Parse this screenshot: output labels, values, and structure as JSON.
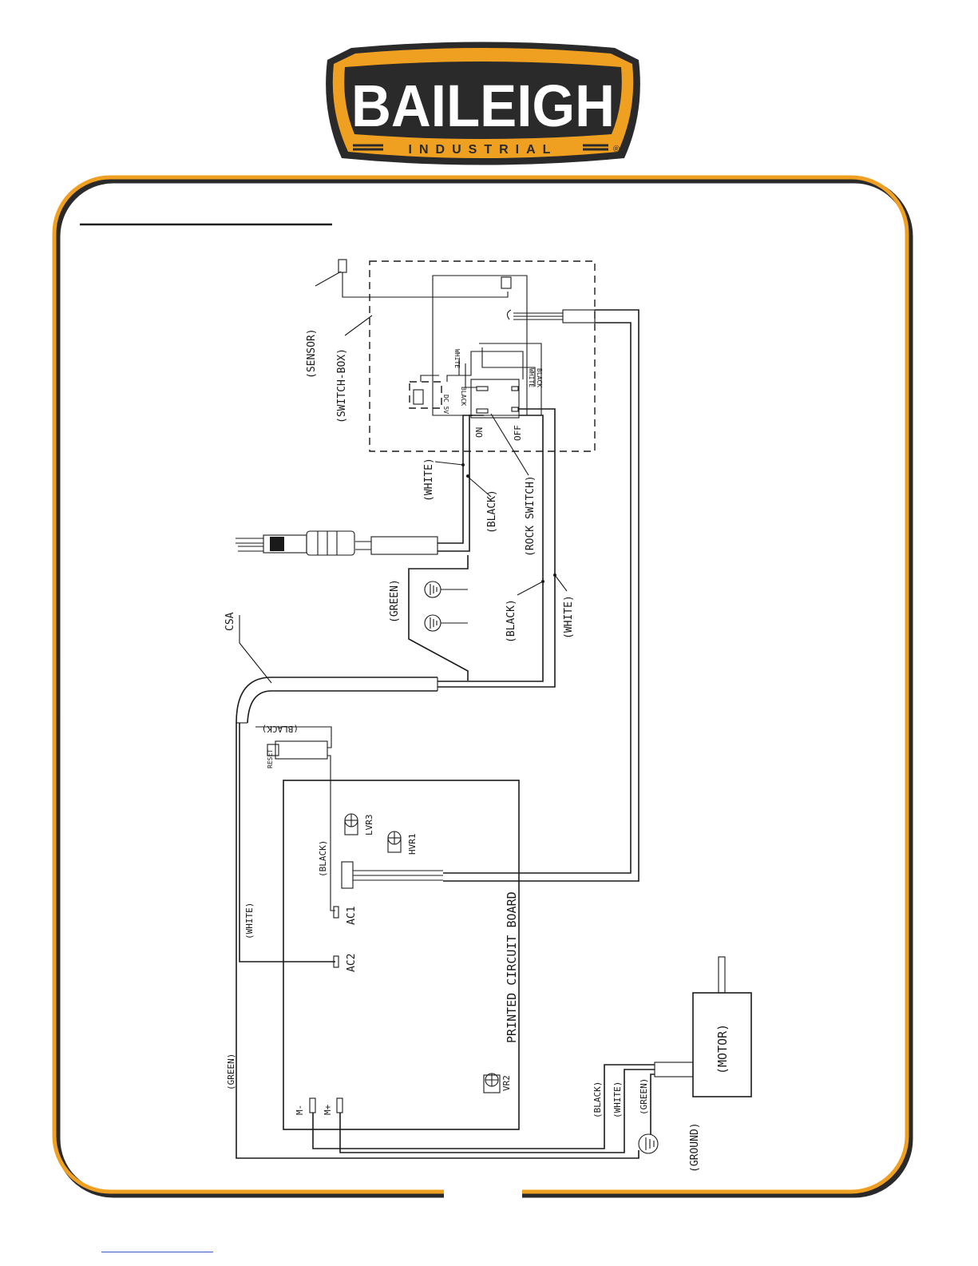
{
  "logo": {
    "brand": "BAILEIGH",
    "subline": "INDUSTRIAL",
    "mark": "®",
    "colors": {
      "orange": "#f0a020",
      "dark": "#2a2a2a",
      "letter": "#ffffff"
    }
  },
  "frame": {
    "border_color": "#f0a020",
    "shadow_color": "#2a2a2a"
  },
  "diagram": {
    "labels": {
      "sensor": "(SENSOR)",
      "switch_box": "(SWITCH-BOX)",
      "white_1": "(WHITE)",
      "black_1": "(BLACK)",
      "rock_switch": "(ROCK SWITCH)",
      "on": "ON",
      "off": "OFF",
      "green_1": "(GREEN)",
      "black_2": "(BLACK)",
      "white_2": "(WHITE)",
      "csa": "CSA",
      "black_3": "(BLACK)",
      "reset": "RESET",
      "black_4": "(BLACK)",
      "white_3": "(WHITE)",
      "green_2": "(GREEN)",
      "lvr3": "LVR3",
      "hvr1": "HVR1",
      "ac1": "AC1",
      "ac2": "AC2",
      "pcb": "PRINTED CIRCUIT BOARD",
      "vr2": "VR2",
      "m_minus": "M-",
      "m_plus": "M+",
      "black_5": "(BLACK)",
      "white_4": "(WHITE)",
      "green_3": "(GREEN)",
      "motor": "(MOTOR)",
      "ground": "(GROUND)",
      "sw_white_a": "WHITE",
      "sw_black_a": "BLACK",
      "sw_white_b": "WHITE",
      "sw_black_b": "BLACK",
      "sw_dc": "DC 5V",
      "plug_tag": "CSA"
    }
  }
}
